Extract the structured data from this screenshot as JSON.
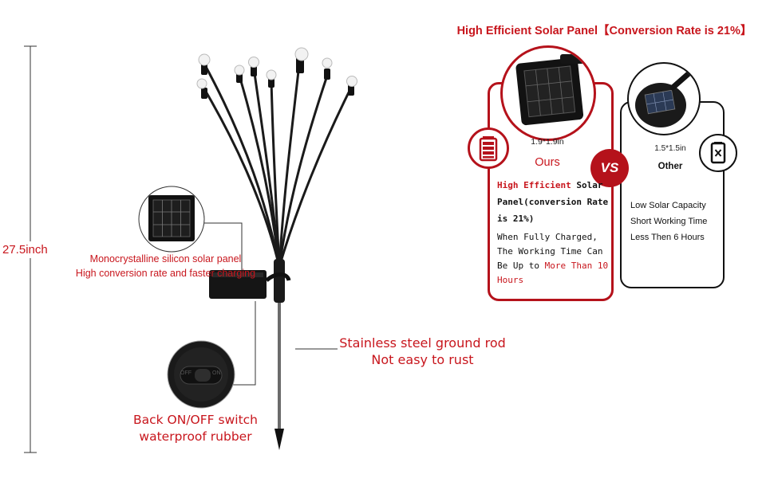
{
  "dimension": {
    "height_label": "27.5inch"
  },
  "callouts": {
    "panel_line1": "Monocrystalline silicon solar panel",
    "panel_line2": "High conversion rate and faster charging",
    "rod_line1": "Stainless steel ground rod",
    "rod_line2": "Not easy to rust",
    "switch_line1": "Back ON/OFF switch",
    "switch_line2": "waterproof rubber",
    "switch_off": "OFF",
    "switch_on": "ON"
  },
  "comparison": {
    "title": "High Efficient Solar Panel【Conversion Rate is 21%】",
    "vs_label": "VS",
    "ours": {
      "size": "1.9*1.9in",
      "label": "Ours",
      "desc_red": "High Efficient",
      "desc_rest": " Solar Panel(conversion Rate is 21%)",
      "working_time": "When Fully Charged, The Working Time Can Be Up to",
      "working_time_red": " More Than 10 Hours"
    },
    "other": {
      "size": "1.5*1.5in",
      "label": "Other",
      "lines": [
        "Low Solar Capacity",
        "Short Working Time",
        "Less Then 6 Hours"
      ]
    }
  },
  "colors": {
    "accent_red": "#c8161d",
    "dark": "#111111"
  },
  "icons": [
    "battery-full-icon",
    "battery-empty-icon",
    "vs-badge"
  ]
}
